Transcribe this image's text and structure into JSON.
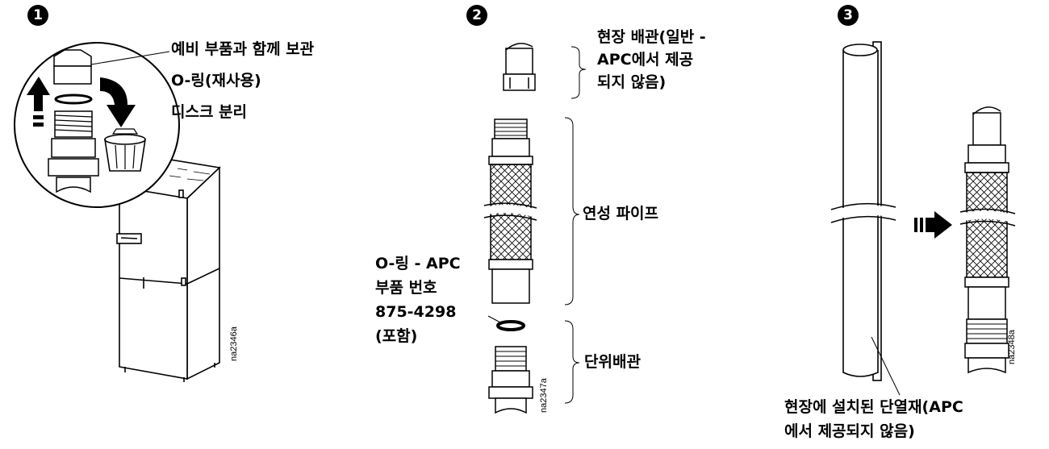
{
  "steps": {
    "one": "1",
    "two": "2",
    "three": "3"
  },
  "step1": {
    "labels": [
      "예비 부품과 함께 보관",
      "O-링(재사용)",
      "디스크 분리"
    ],
    "figure_code": "na2346a"
  },
  "step2": {
    "field_piping": [
      "현장 배관(일반 -",
      "APC에서 제공",
      "되지 않음)"
    ],
    "flex_pipe": "연성 파이프",
    "oring": [
      "O-링 - APC",
      "부품 번호",
      "875-4298",
      "(포함)"
    ],
    "unit_piping": "단위배관",
    "figure_code": "na2347a"
  },
  "step3": {
    "insulation": [
      "현장에 설치된 단열재(APC",
      "에서 제공되지 않음)"
    ],
    "figure_code": "na2348a"
  }
}
